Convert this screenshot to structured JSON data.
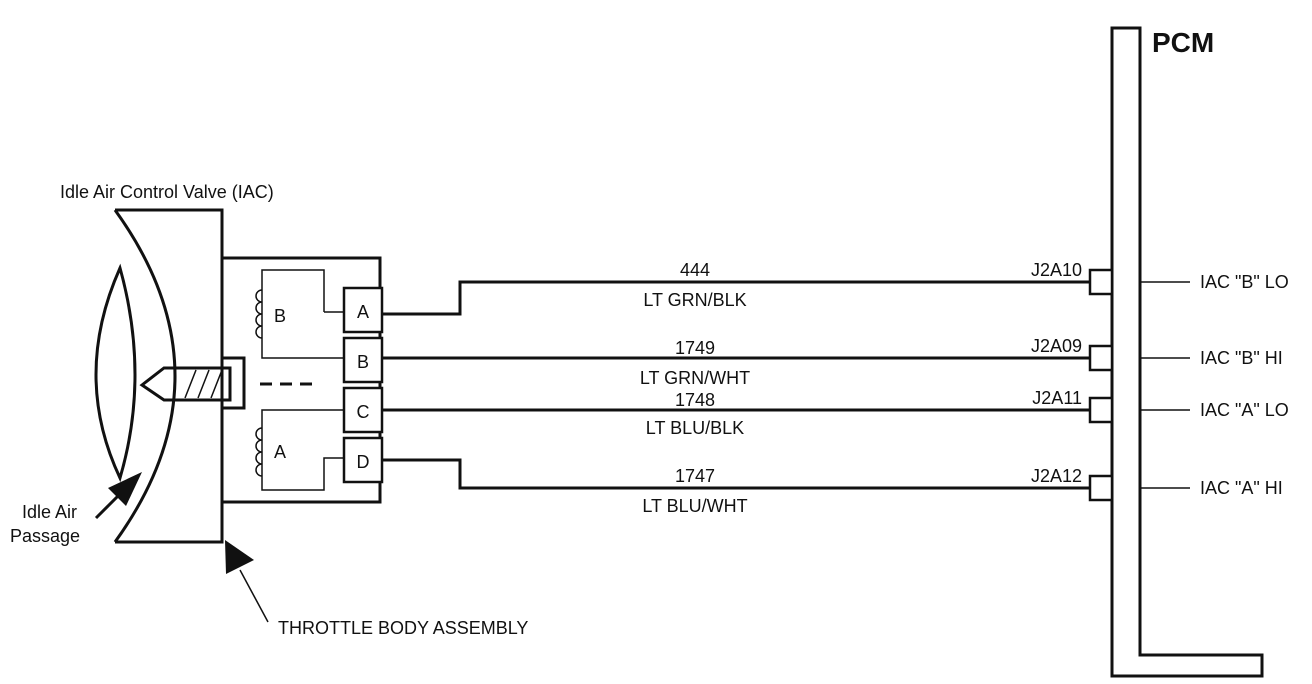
{
  "valve_title": "Idle Air Control Valve  (IAC)",
  "passage_label_line1": "Idle Air",
  "passage_label_line2": "Passage",
  "throttle_body_label": "THROTTLE BODY ASSEMBLY",
  "pcm_label": "PCM",
  "coils": {
    "upper": "B",
    "lower": "A"
  },
  "pins": [
    "A",
    "B",
    "C",
    "D"
  ],
  "circuits": [
    {
      "number": "444",
      "color": "LT GRN/BLK",
      "terminal": "J2A10",
      "signal": "IAC \"B\" LO"
    },
    {
      "number": "1749",
      "color": "LT GRN/WHT",
      "terminal": "J2A09",
      "signal": "IAC \"B\" HI"
    },
    {
      "number": "1748",
      "color": "LT BLU/BLK",
      "terminal": "J2A11",
      "signal": "IAC \"A\" LO"
    },
    {
      "number": "1747",
      "color": "LT BLU/WHT",
      "terminal": "J2A12",
      "signal": "IAC \"A\" HI"
    }
  ]
}
